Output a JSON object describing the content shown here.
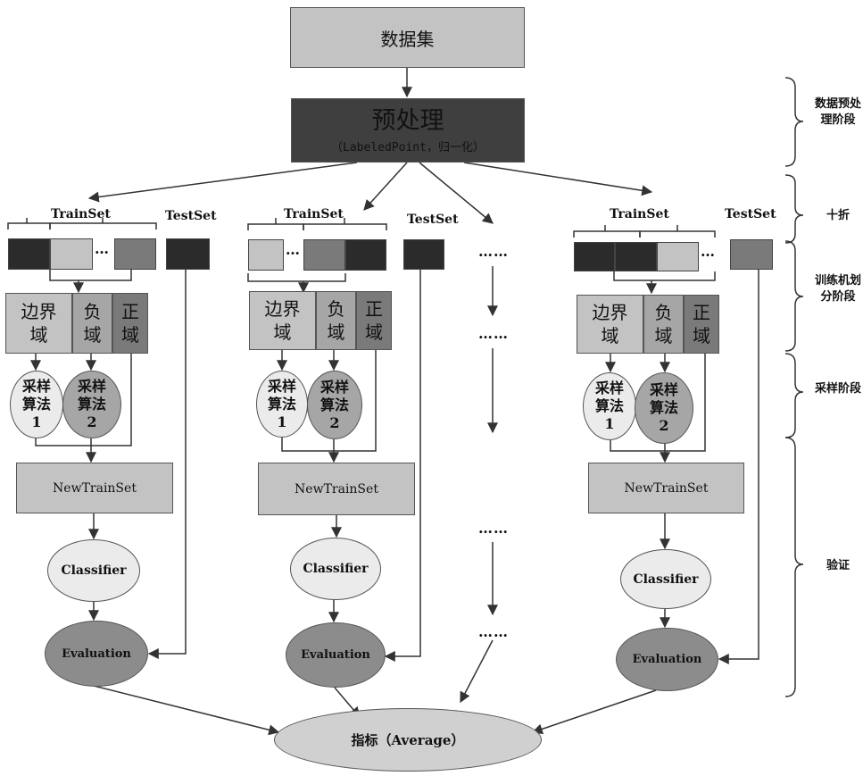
{
  "dataset_label": "数据集",
  "preprocess": {
    "title": "预处理",
    "subtitle": "（LabeledPoint，归一化）"
  },
  "trainset_label": "TrainSet",
  "testset_label": "TestSet",
  "segment_more": "…",
  "column_ellipsis": "……",
  "domains": {
    "boundary": "边界域",
    "negative": "负域",
    "positive": "正域"
  },
  "samplers": {
    "s1": "采样算法1",
    "s2": "采样算法2"
  },
  "newtrainset_label": "NewTrainSet",
  "classifier_label": "Classifier",
  "evaluation_label": "Evaluation",
  "metric_label": "指标（Average）",
  "stages": {
    "preprocess": "数据预处理阶段",
    "tenfold": "十折",
    "partition": "训练机划分阶段",
    "sampling": "采样阶段",
    "validation": "验证"
  },
  "colors": {
    "light_gray": "#c3c3c3",
    "mid_gray": "#a6a6a6",
    "dark_gray": "#7a7a7a",
    "black_seg": "#2b2b2b",
    "preprocess_fill": "#3f3f3f",
    "classifier_fill": "#ebebeb",
    "evaluation_fill": "#8c8c8c",
    "metric_fill": "#d0d0d0"
  }
}
